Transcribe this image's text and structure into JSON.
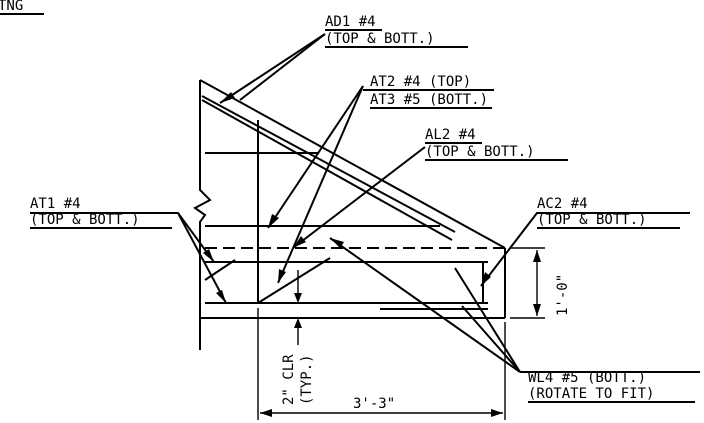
{
  "header_fragment": "TNG",
  "labels": {
    "ad1": {
      "mark": "AD1 #4",
      "note": "(TOP & BOTT.)"
    },
    "at2": {
      "mark": "AT2 #4 (TOP)"
    },
    "at3": {
      "mark": "AT3 #5 (BOTT.)"
    },
    "al2": {
      "mark": "AL2 #4",
      "note": "(TOP & BOTT.)"
    },
    "at1": {
      "mark": "AT1 #4",
      "note": "(TOP & BOTT.)"
    },
    "ac2": {
      "mark": "AC2 #4",
      "note": "(TOP & BOTT.)"
    },
    "wl4": {
      "mark": "WL4 #5 (BOTT.)",
      "note": "(ROTATE TO FIT)"
    }
  },
  "dimensions": {
    "vertical": "1'-0\"",
    "clearance": "2\" CLR",
    "clearance_note": "(TYP.)",
    "horizontal": "3'-3\""
  }
}
